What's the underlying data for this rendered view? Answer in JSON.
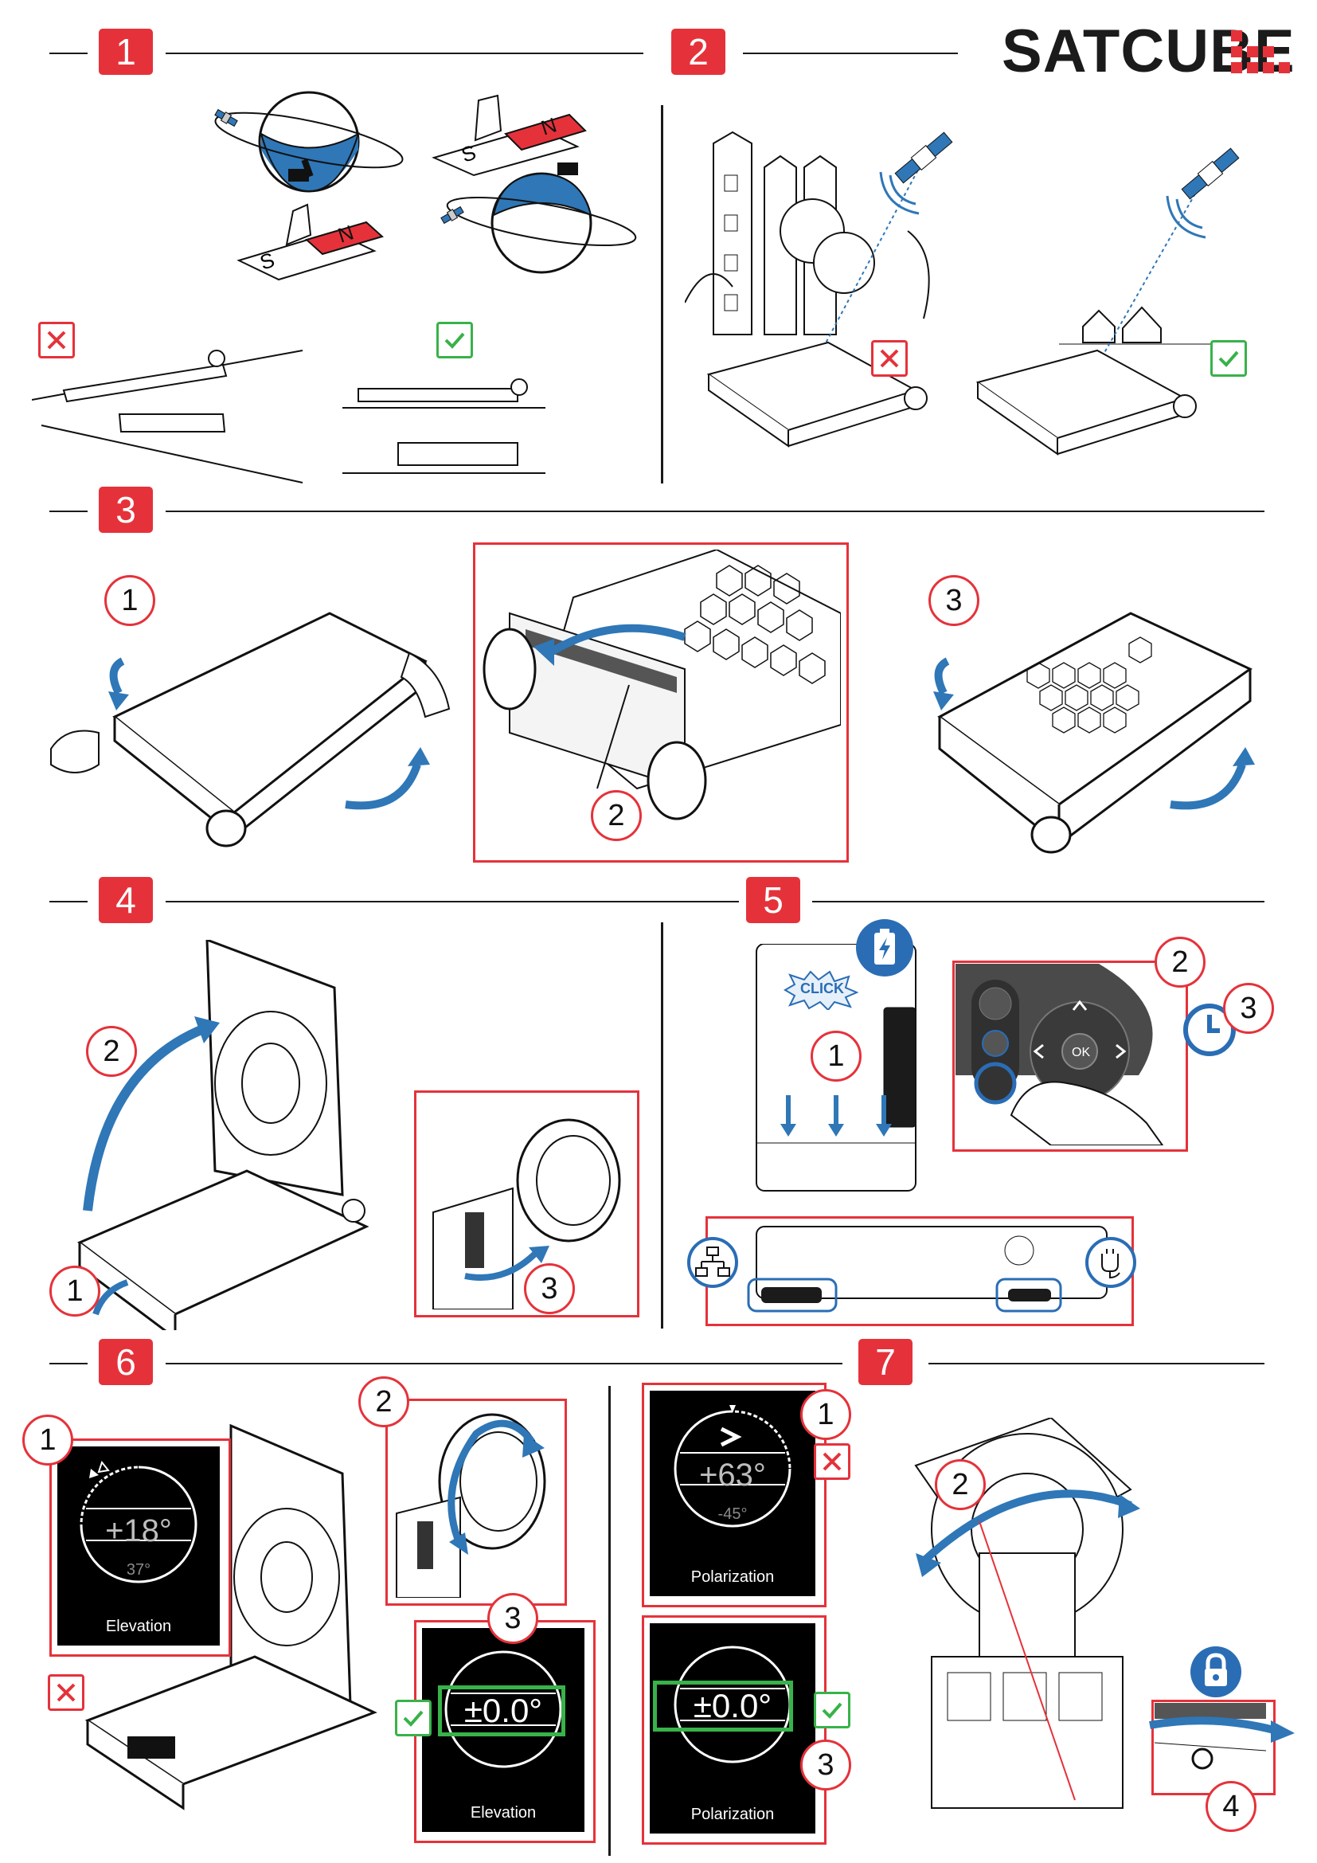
{
  "brand": {
    "name": "SATCUBE"
  },
  "steps": {
    "s1": "1",
    "s2": "2",
    "s3": "3",
    "s4": "4",
    "s5": "5",
    "s6": "6",
    "s7": "7"
  },
  "section1": {
    "south_a": "S",
    "north_a": "N",
    "south_b": "S",
    "north_b": "N"
  },
  "section3": {
    "callouts": [
      "1",
      "2",
      "3"
    ]
  },
  "section4": {
    "callouts": [
      "1",
      "2",
      "3"
    ]
  },
  "section5": {
    "click_label": "CLICK",
    "callouts": [
      "1",
      "2",
      "3"
    ],
    "ok_label": "OK"
  },
  "section6": {
    "callouts": [
      "1",
      "2",
      "3"
    ],
    "screen_bad": {
      "value": "+18°",
      "target": "37°",
      "caption": "Elevation"
    },
    "screen_good": {
      "value": "±0.0°",
      "caption": "Elevation"
    }
  },
  "section7": {
    "callouts": [
      "1",
      "2",
      "3",
      "4"
    ],
    "screen_bad": {
      "value": "+63°",
      "target": "-45°",
      "caption": "Polarization"
    },
    "screen_good": {
      "value": "±0.0°",
      "caption": "Polarization"
    }
  },
  "colors": {
    "accent_red": "#e5323a",
    "accent_blue": "#2a6db5",
    "ok_green": "#38b24a"
  },
  "icons": [
    "battery-charge-icon",
    "clock-icon",
    "network-icon",
    "power-plug-icon",
    "lock-icon",
    "satellite-icon",
    "compass-icon"
  ]
}
